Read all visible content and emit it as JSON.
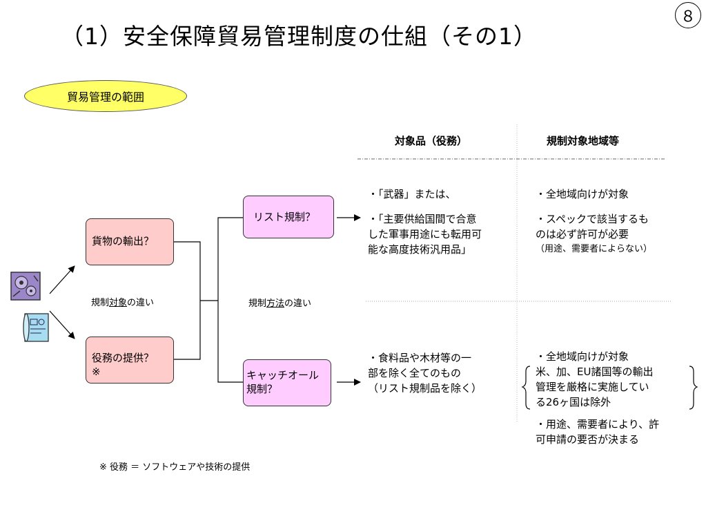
{
  "page_number": "８",
  "title": "（1）安全保障貿易管理制度の仕組（その1）",
  "scope_label": "貿易管理の範囲",
  "headers": {
    "target": "対象品（役務）",
    "region": "規制対象地域等"
  },
  "categories": {
    "goods_export": "貨物の輸出？",
    "services": "役務の提供？",
    "services_mark": "※"
  },
  "labels": {
    "target_diff_pre": "規制",
    "target_diff_em": "対象",
    "target_diff_post": "の違い",
    "method_diff_pre": "規制",
    "method_diff_em": "方法",
    "method_diff_post": "の違い"
  },
  "regulations": {
    "list": "リスト規制？",
    "catch_all_1": "キャッチオール",
    "catch_all_2": "規制？"
  },
  "list_targets": {
    "line1": "・「武器」または、",
    "line2": "・「主要供給国間で合意",
    "line3": "した軍事用途にも転用可",
    "line4": "能な高度技術汎用品」"
  },
  "list_regions": {
    "line1": "・全地域向けが対象",
    "line2": "・スペックで該当するも",
    "line3": "のは必ず許可が必要",
    "line4": "（用途、需要者によらない）"
  },
  "catch_targets": {
    "line1": "・食料品や木材等の一",
    "line2": "部を除く全てのもの",
    "line3": "（リスト規制品を除く）"
  },
  "catch_regions": {
    "line1": "・全地域向けが対象",
    "line2": "米、加、EU諸国等の輸出",
    "line3": "管理を厳格に実施してい",
    "line4": "る26ヶ国は除外",
    "line5": "・用途、需要者により、許",
    "line6": "可申請の要否が決まる"
  },
  "footnote": "※ 役務 ＝ ソフトウェアや技術の提供",
  "icons": [
    "machinery-icon",
    "blueprint-icon"
  ],
  "colors": {
    "scope_fill": "#ffff66",
    "category_fill": "#ffcccc",
    "regulation_fill": "#ffccff"
  }
}
